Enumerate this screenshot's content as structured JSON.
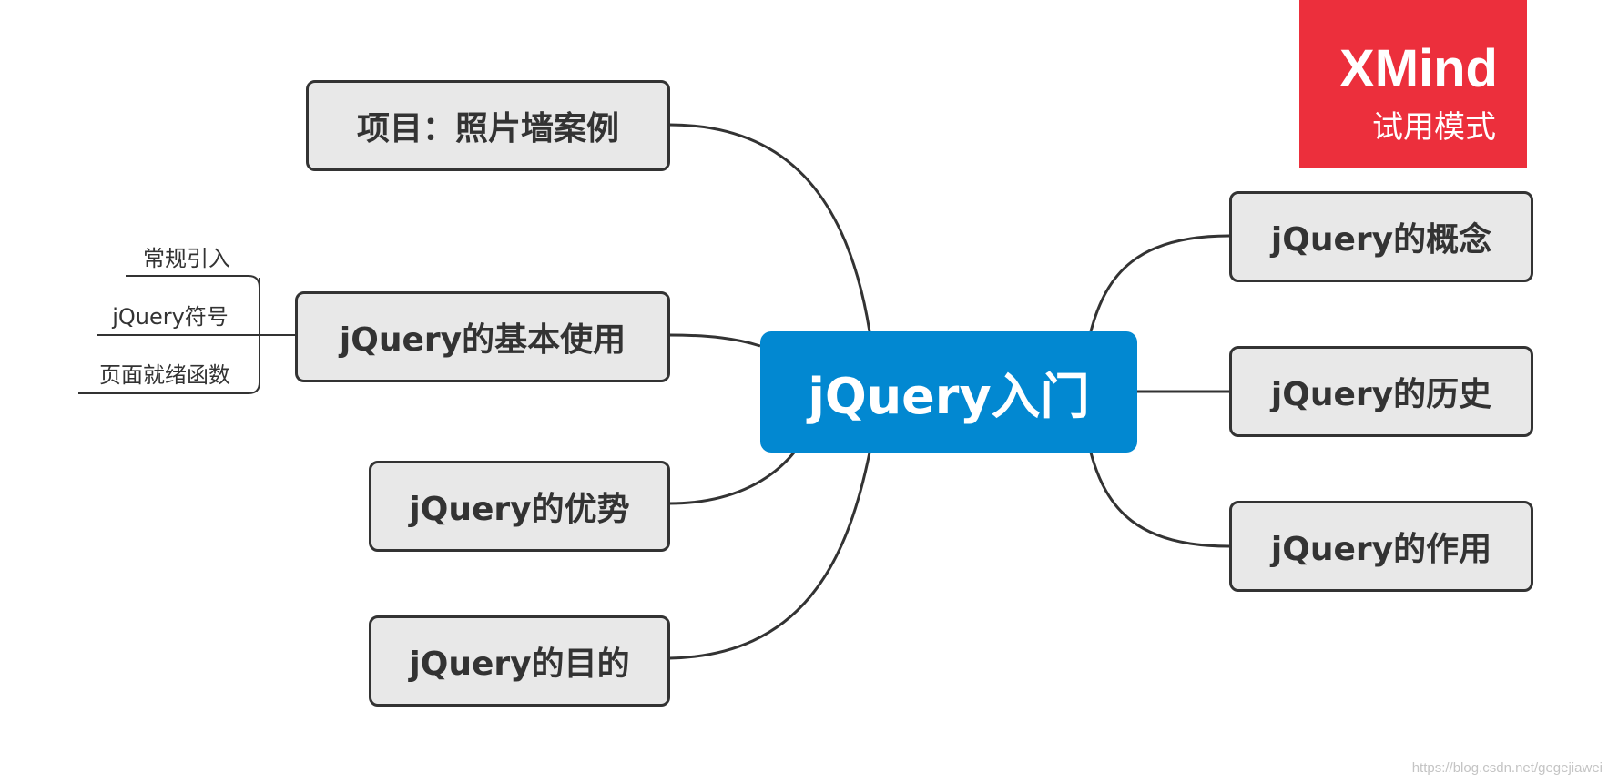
{
  "central_topic": "jQuery入门",
  "left_topics": {
    "project": "项目：照片墙案例",
    "basic_usage": "jQuery的基本使用",
    "advantages": "jQuery的优势",
    "purpose": "jQuery的目的"
  },
  "basic_usage_subtopics": [
    "常规引入",
    "jQuery符号",
    "页面就绪函数"
  ],
  "right_topics": {
    "concept": "jQuery的概念",
    "history": "jQuery的历史",
    "role": "jQuery的作用"
  },
  "watermark": {
    "brand": "XMind",
    "mode": "试用模式"
  },
  "source_url": "https://blog.csdn.net/gegejiawei",
  "colors": {
    "central_fill": "#0288d1",
    "topic_fill": "#e8e8e8",
    "topic_border": "#333333",
    "connector": "#333333",
    "watermark_fill": "#ec2f3c"
  }
}
